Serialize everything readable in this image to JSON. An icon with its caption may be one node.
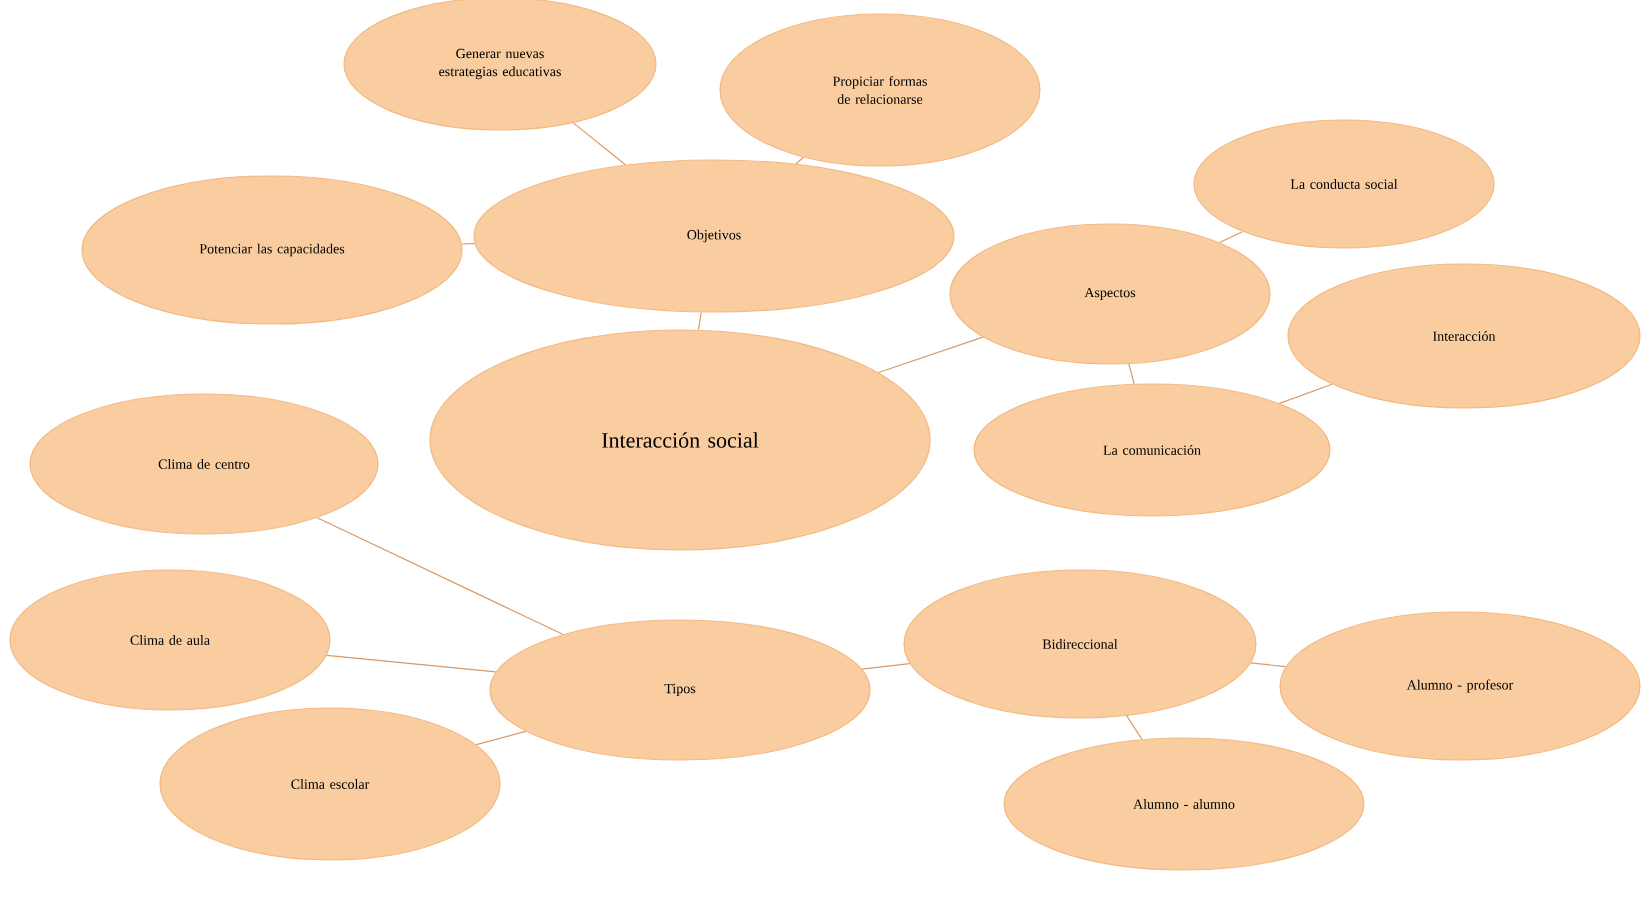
{
  "diagram": {
    "nodes": [
      {
        "text": [
          "Interacción social"
        ]
      },
      {
        "text": [
          "Objetivos"
        ]
      },
      {
        "text": [
          "Generar nuevas estrategias educativas"
        ]
      },
      {
        "text": [
          "Propiciar formas de relacionarse"
        ]
      },
      {
        "text": [
          "Potenciar las capacidades"
        ]
      },
      {
        "text": [
          "Aspectos"
        ]
      },
      {
        "text": [
          "La conducta social"
        ]
      },
      {
        "text": [
          "Interacción"
        ]
      },
      {
        "text": [
          "La comunicación"
        ]
      },
      {
        "text": [
          "Clima de centro"
        ]
      },
      {
        "text": [
          "Clima de aula"
        ]
      },
      {
        "text": [
          "Tipos"
        ]
      },
      {
        "text": [
          "Clima escolar"
        ]
      },
      {
        "text": [
          "Bidireccional"
        ]
      },
      {
        "text": [
          "Alumno - profesor"
        ]
      },
      {
        "text": [
          "Alumno - alumno"
        ]
      }
    ],
    "edges": [
      {
        "from": 0,
        "to": 1,
        "arrow": "none"
      },
      {
        "from": 1,
        "to": 2,
        "arrow": "none"
      },
      {
        "from": 1,
        "to": 3,
        "arrow": "none"
      },
      {
        "from": 1,
        "to": 4,
        "arrow": "none"
      },
      {
        "from": 0,
        "to": 5,
        "arrow": "none"
      },
      {
        "from": 5,
        "to": 6,
        "arrow": "none"
      },
      {
        "from": 5,
        "to": 8,
        "arrow": "none"
      },
      {
        "from": 8,
        "to": 7,
        "arrow": "none"
      },
      {
        "from": 11,
        "to": 9,
        "arrow": "none"
      },
      {
        "from": 11,
        "to": 10,
        "arrow": "none"
      },
      {
        "from": 11,
        "to": 12,
        "arrow": "none"
      },
      {
        "from": 11,
        "to": 13,
        "arrow": "none"
      },
      {
        "from": 13,
        "to": 14,
        "arrow": "none"
      },
      {
        "from": 13,
        "to": 15,
        "arrow": "none"
      }
    ]
  }
}
